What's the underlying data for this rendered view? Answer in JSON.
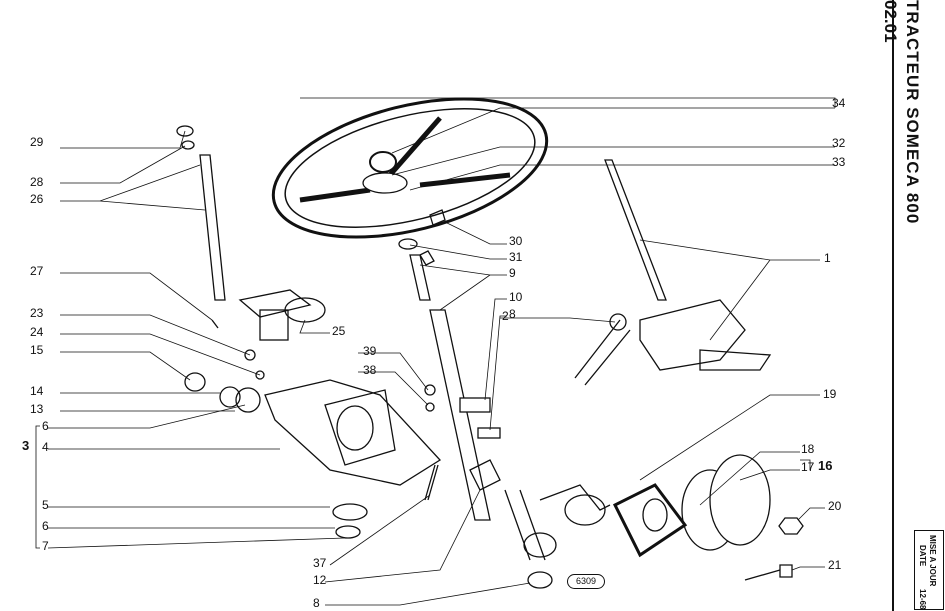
{
  "header": {
    "title": "TRACTEUR  SOMECA  800",
    "code": "02.01"
  },
  "stamp": {
    "update_label": "MISE A JOUR",
    "date_label": "DATE",
    "date_value": "12-68"
  },
  "figure_number": "6309",
  "group_labels": {
    "assembly_3": "3",
    "assembly_16": "16"
  },
  "callouts": [
    "29",
    "28",
    "26",
    "27",
    "23",
    "24",
    "15",
    "14",
    "13",
    "6",
    "4",
    "5",
    "6",
    "7",
    "37",
    "12",
    "8",
    "34",
    "32",
    "33",
    "30",
    "31",
    "9",
    "10",
    "8",
    "1",
    "2",
    "25",
    "39",
    "38",
    "19",
    "18",
    "17",
    "20",
    "21"
  ]
}
